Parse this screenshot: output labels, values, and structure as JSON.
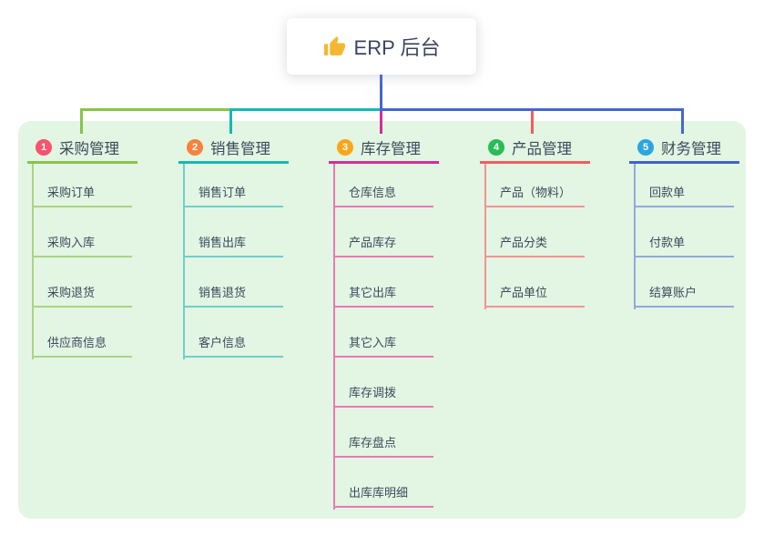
{
  "root": {
    "label": "ERP 后台",
    "icon": "thumbs-up-icon"
  },
  "branches": [
    {
      "index": "1",
      "label": "采购管理",
      "badge_color": "#f5546e",
      "line_color": "#8ac24a",
      "sub_line_color": "#abd483",
      "children": [
        "采购订单",
        "采购入库",
        "采购退货",
        "供应商信息"
      ]
    },
    {
      "index": "2",
      "label": "销售管理",
      "badge_color": "#f6823d",
      "line_color": "#16b9b3",
      "sub_line_color": "#6fd0ca",
      "children": [
        "销售订单",
        "销售出库",
        "销售退货",
        "客户信息"
      ]
    },
    {
      "index": "3",
      "label": "库存管理",
      "badge_color": "#f9a61a",
      "line_color": "#d02f97",
      "sub_line_color": "#e979b4",
      "children": [
        "仓库信息",
        "产品库存",
        "其它出库",
        "其它入库",
        "库存调拨",
        "库存盘点",
        "出库库明细"
      ]
    },
    {
      "index": "4",
      "label": "产品管理",
      "badge_color": "#28bd57",
      "line_color": "#f15d5d",
      "sub_line_color": "#f29494",
      "children": [
        "产品（物料）",
        "产品分类",
        "产品单位"
      ]
    },
    {
      "index": "5",
      "label": "财务管理",
      "badge_color": "#2aa5e1",
      "line_color": "#3f63cd",
      "sub_line_color": "#92a9dd",
      "children": [
        "回款单",
        "付款单",
        "结算账户"
      ]
    }
  ],
  "colors": {
    "page_bg": "#ffffff",
    "panel_bg": "#e3f5e3",
    "root_connector": "#4566d0",
    "text": "#3e4a5c"
  }
}
